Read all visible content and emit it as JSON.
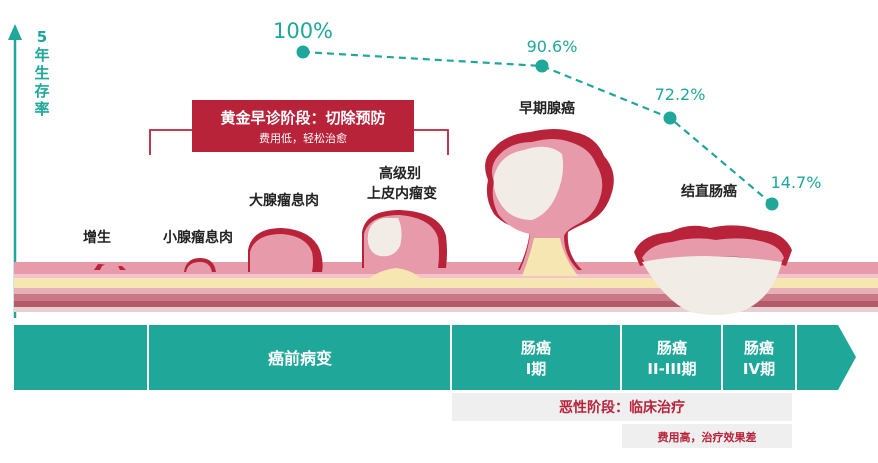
{
  "y_axis_label_chars": [
    "5",
    "年",
    "生",
    "存",
    "率"
  ],
  "survival_points": [
    {
      "value": "100%"
    },
    {
      "value": "90.6%"
    },
    {
      "value": "72.2%"
    },
    {
      "value": "14.7%"
    }
  ],
  "stage_labels": {
    "hyperplasia": "增生",
    "small_adenoma": "小腺瘤息肉",
    "large_adenoma": "大腺瘤息肉",
    "high_grade_line1": "高级别",
    "high_grade_line2": "上皮内瘤变",
    "early_cancer": "早期腺癌",
    "colorectal_cancer": "结直肠癌"
  },
  "golden_box": {
    "title": "黄金早诊阶段：切除预防",
    "subtitle": "费用低，轻松治愈"
  },
  "bottom_bar": {
    "precancer": "癌前病变",
    "stage1_line1": "肠癌",
    "stage1_line2": "I期",
    "stage23_line1": "肠癌",
    "stage23_line2": "II-III期",
    "stage4_line1": "肠癌",
    "stage4_line2": "IV期"
  },
  "malignant": {
    "title": "恶性阶段：临床治疗",
    "note": "费用高，治疗效果差"
  },
  "colors": {
    "teal": "#1fa79a",
    "teal_dark": "#168a7f",
    "crimson": "#b8233a",
    "pink": "#e79aa9",
    "pink_light": "#f0b9c3",
    "cream": "#f5e6b2",
    "grey_bg": "#efefef"
  }
}
